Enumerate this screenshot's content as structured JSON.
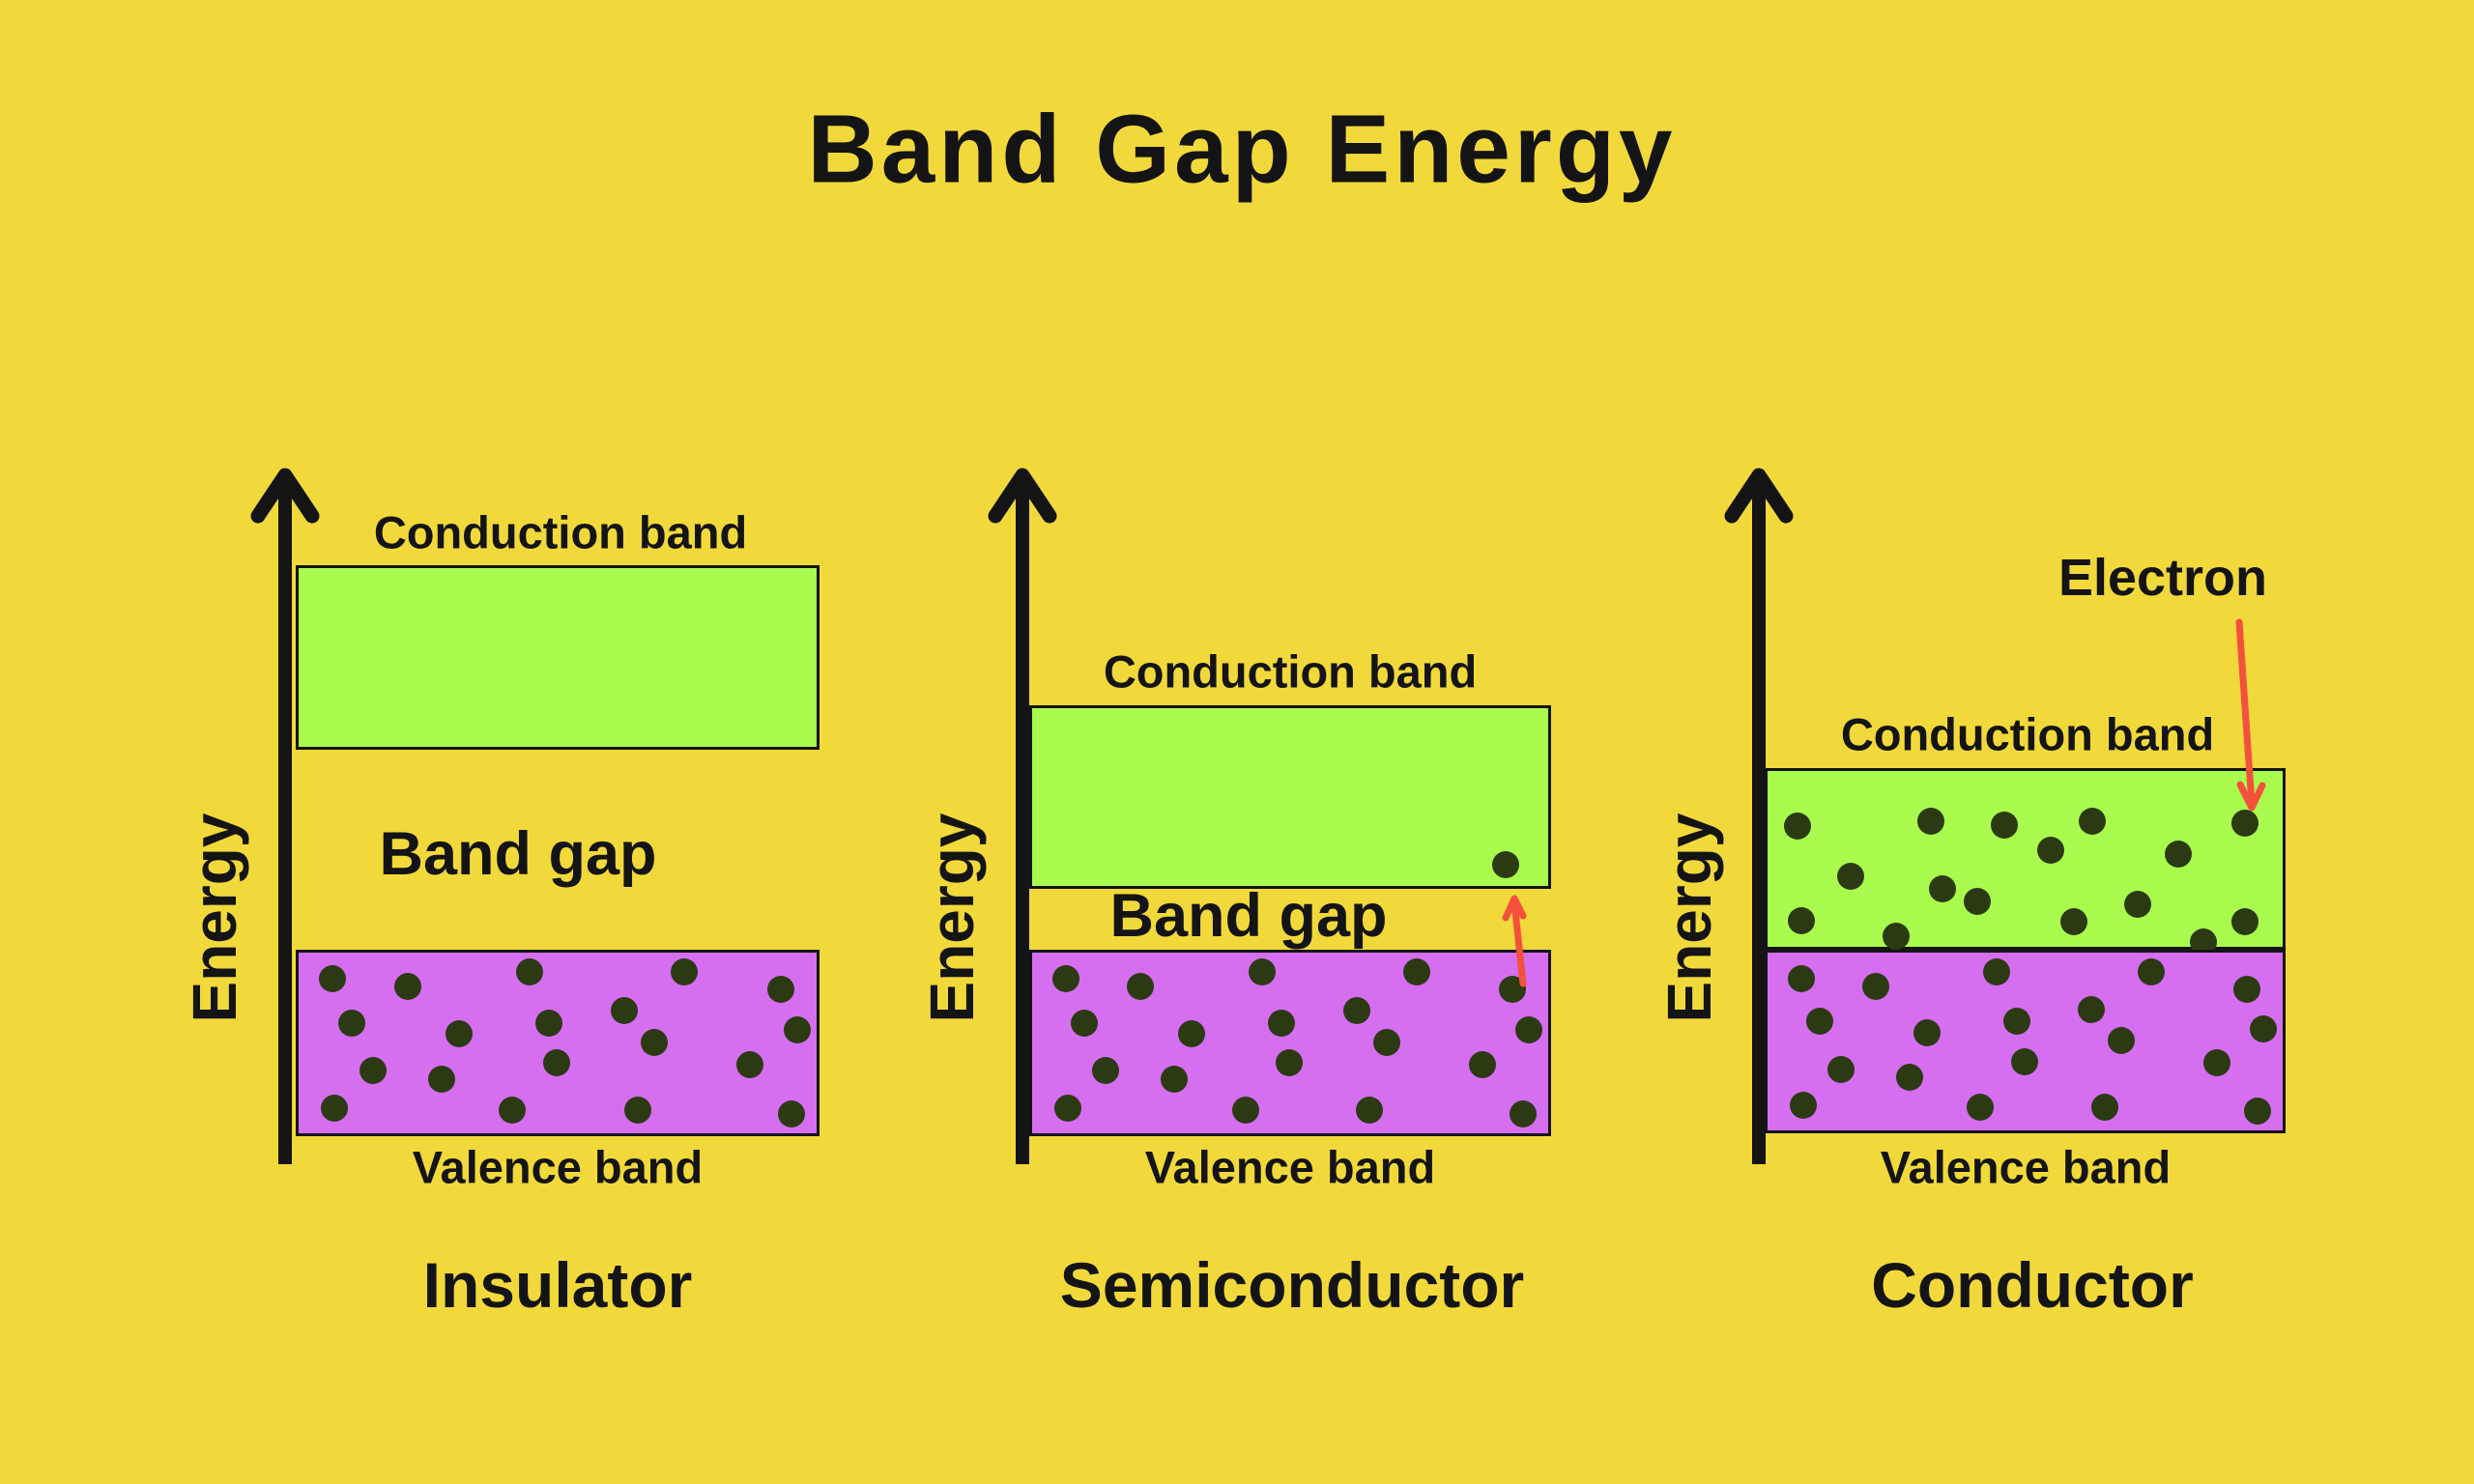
{
  "title": "Band Gap Energy",
  "colors": {
    "background": "#F2D93B",
    "band_conduction": "#A9FB4D",
    "band_valence": "#D56FF0",
    "electron_dot": "#2C3A14",
    "arrow_red": "#F4503C",
    "ink": "#141414"
  },
  "panels": [
    {
      "title": "Insulator",
      "energy_label": "Energy",
      "conduction_label": "Conduction band",
      "band_gap_label": "Band gap",
      "valence_label": "Valence band",
      "conduction_electrons_pct": [],
      "valence_electrons_pct": [
        [
          6.5,
          14.6
        ],
        [
          21.0,
          18.9
        ],
        [
          44.5,
          10.7
        ],
        [
          74.5,
          10.7
        ],
        [
          93.1,
          20.4
        ],
        [
          10.2,
          38.8
        ],
        [
          30.9,
          45.1
        ],
        [
          48.4,
          38.8
        ],
        [
          62.9,
          32.0
        ],
        [
          68.7,
          49.5
        ],
        [
          96.3,
          42.7
        ],
        [
          14.3,
          65.5
        ],
        [
          27.6,
          69.9
        ],
        [
          49.9,
          61.2
        ],
        [
          87.2,
          62.1
        ],
        [
          6.9,
          85.9
        ],
        [
          41.3,
          86.9
        ],
        [
          65.4,
          86.9
        ],
        [
          95.2,
          89.3
        ]
      ]
    },
    {
      "title": "Semiconductor",
      "energy_label": "Energy",
      "conduction_label": "Conduction band",
      "band_gap_label": "Band gap",
      "valence_label": "Valence band",
      "conduction_electrons_pct": [
        [
          91.7,
          87.9
        ]
      ],
      "valence_electrons_pct": [
        [
          6.5,
          14.6
        ],
        [
          21.0,
          18.9
        ],
        [
          44.5,
          10.7
        ],
        [
          74.5,
          10.7
        ],
        [
          93.1,
          20.4
        ],
        [
          10.2,
          38.8
        ],
        [
          30.9,
          45.1
        ],
        [
          48.4,
          38.8
        ],
        [
          62.9,
          32.0
        ],
        [
          68.7,
          49.5
        ],
        [
          96.3,
          42.7
        ],
        [
          14.3,
          65.5
        ],
        [
          27.6,
          69.9
        ],
        [
          49.9,
          61.2
        ],
        [
          87.2,
          62.1
        ],
        [
          6.9,
          85.9
        ],
        [
          41.3,
          86.9
        ],
        [
          65.4,
          86.9
        ],
        [
          95.2,
          89.3
        ]
      ]
    },
    {
      "title": "Conductor",
      "energy_label": "Energy",
      "conduction_label": "Conduction band",
      "electron_label": "Electron",
      "valence_label": "Valence band",
      "conduction_electrons_pct": [
        [
          5.8,
          31.5
        ],
        [
          16.1,
          60.0
        ],
        [
          6.5,
          84.9
        ],
        [
          25.0,
          93.8
        ],
        [
          31.8,
          28.8
        ],
        [
          33.9,
          67.1
        ],
        [
          40.7,
          74.2
        ],
        [
          46.0,
          30.6
        ],
        [
          54.9,
          44.8
        ],
        [
          63.0,
          28.8
        ],
        [
          59.5,
          85.8
        ],
        [
          71.9,
          76.0
        ],
        [
          79.8,
          47.5
        ],
        [
          84.7,
          97.5
        ],
        [
          92.6,
          29.7
        ],
        [
          92.6,
          85.8
        ]
      ],
      "valence_electrons_pct": [
        [
          6.5,
          14.6
        ],
        [
          21.0,
          18.9
        ],
        [
          44.5,
          10.7
        ],
        [
          74.5,
          10.7
        ],
        [
          93.1,
          20.4
        ],
        [
          10.2,
          38.8
        ],
        [
          30.9,
          45.1
        ],
        [
          48.4,
          38.8
        ],
        [
          62.9,
          32.0
        ],
        [
          68.7,
          49.5
        ],
        [
          96.3,
          42.7
        ],
        [
          14.3,
          65.5
        ],
        [
          27.6,
          69.9
        ],
        [
          49.9,
          61.2
        ],
        [
          87.2,
          62.1
        ],
        [
          6.9,
          85.9
        ],
        [
          41.3,
          86.9
        ],
        [
          65.4,
          86.9
        ],
        [
          95.2,
          89.3
        ]
      ]
    }
  ]
}
